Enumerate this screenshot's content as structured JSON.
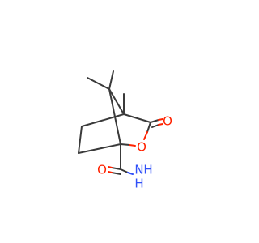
{
  "molecule": {
    "atoms": {
      "ring_oxygen": "O",
      "carbonyl_oxygen": "O",
      "amide_oxygen": "O",
      "amide_nitrogen": "N",
      "amide_hydrogen_1": "H",
      "amide_hydrogen_2": "H"
    },
    "colors": {
      "carbon_bond": "#3a3a3a",
      "oxygen": "#ff2200",
      "nitrogen": "#3050f8"
    }
  }
}
